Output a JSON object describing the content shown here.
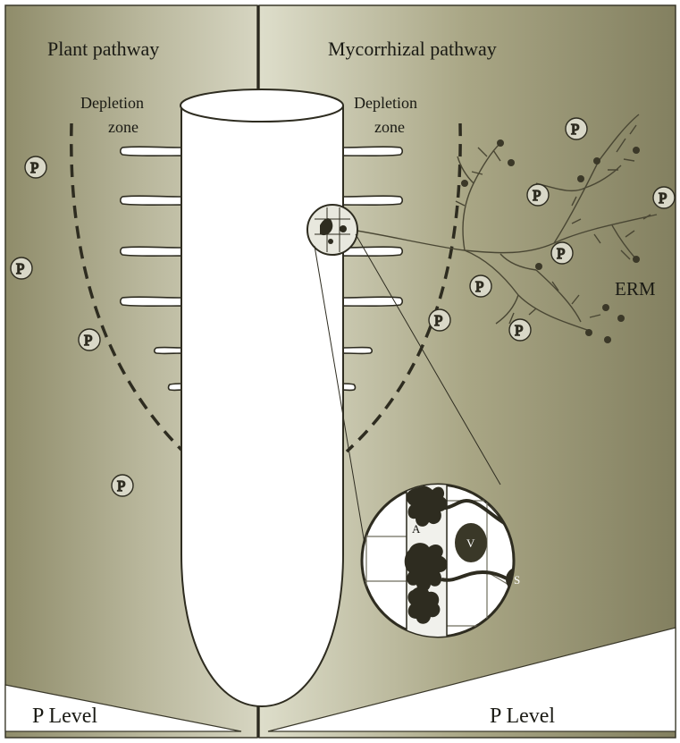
{
  "left_panel": {
    "title": "Plant pathway",
    "depletion_zone_line1": "Depletion",
    "depletion_zone_line2": "zone",
    "p_level_label": "P Level"
  },
  "right_panel": {
    "title": "Mycorrhizal pathway",
    "depletion_zone_line1": "Depletion",
    "depletion_zone_line2": "zone",
    "erm_label": "ERM",
    "p_level_label": "P Level"
  },
  "phosphate_symbol": "P",
  "inset": {
    "arbuscule_label": "A",
    "vesicle_label": "V",
    "spore_label": "S"
  },
  "colors": {
    "soil_dark": "#7d7a5a",
    "soil_light": "#dcdcc9",
    "ink": "#2e2c20",
    "root": "#ffffff"
  }
}
